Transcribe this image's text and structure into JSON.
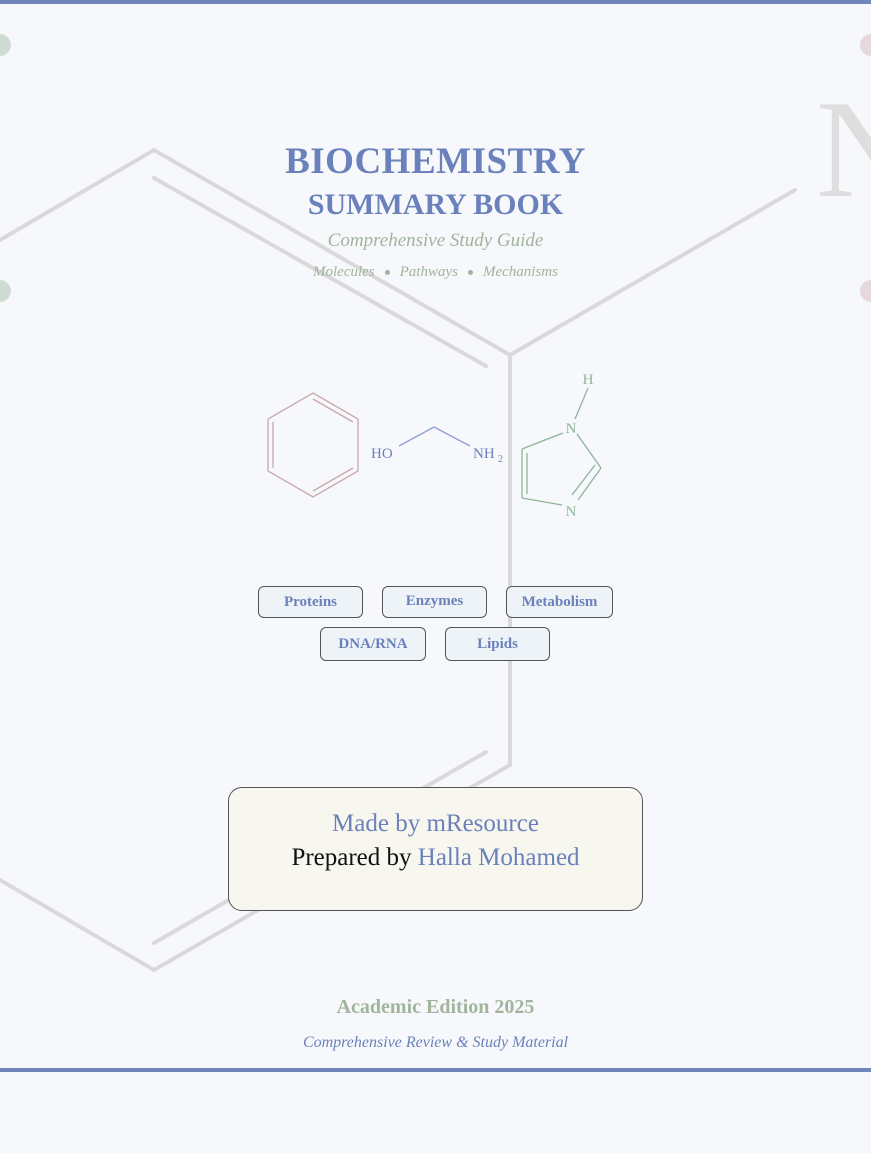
{
  "cover": {
    "title_main": "BIOCHEMISTRY",
    "title_sub": "SUMMARY BOOK",
    "subtitle": "Comprehensive Study Guide",
    "topics_line": [
      "Molecules",
      "Pathways",
      "Mechanisms"
    ],
    "background_letter": "N"
  },
  "molecule": {
    "labels": {
      "ho": "HO",
      "nh2": "NH",
      "nh2_subscript": "2",
      "h": "H",
      "n_top": "N",
      "n_bottom": "N"
    }
  },
  "tags": [
    "Proteins",
    "Enzymes",
    "Metabolism",
    "DNA/RNA",
    "Lipids"
  ],
  "credits": {
    "made_by": "Made by mResource",
    "prepared_label": "Prepared by",
    "prepared_name": "Halla Mohamed"
  },
  "footer": {
    "edition": "Academic Edition 2025",
    "note": "Comprehensive Review & Study Material"
  },
  "colors": {
    "accent_blue": "#6a81bb",
    "accent_green": "#a2b49c",
    "rule": "#6f86bd",
    "ring_pink": "#c9a9ad",
    "ring_green": "#8fb49a",
    "page_background": "#f6f8fb"
  }
}
